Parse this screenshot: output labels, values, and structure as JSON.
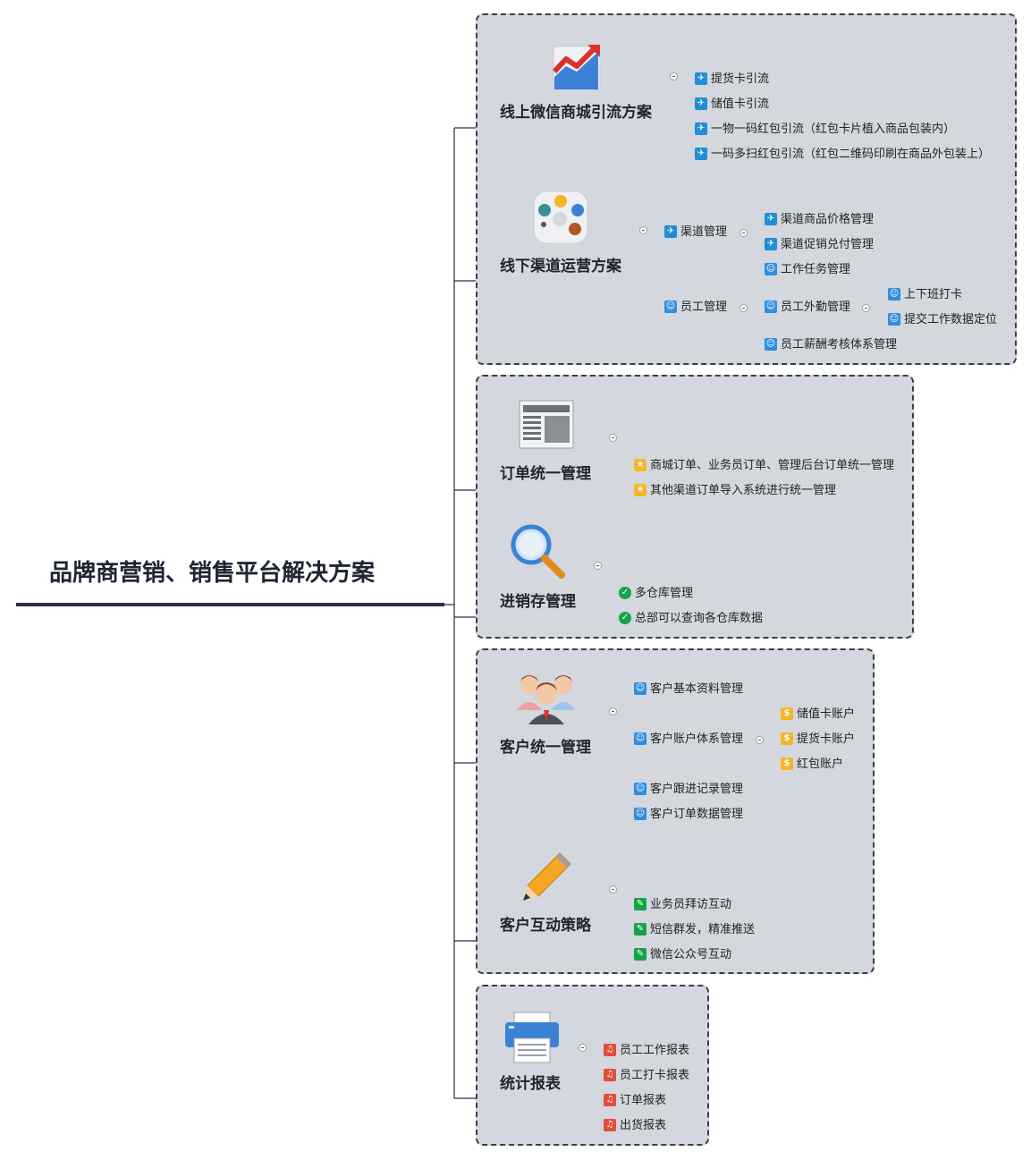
{
  "root": {
    "title": "品牌商营销、销售平台解决方案"
  },
  "sections": [
    {
      "title": "线上微信商城引流方案",
      "icon": "trend-chart-icon",
      "items": [
        {
          "label": "提货卡引流",
          "icon": "plane-icon"
        },
        {
          "label": "储值卡引流",
          "icon": "plane-icon"
        },
        {
          "label": "一物一码红包引流（红包卡片植入商品包装内）",
          "icon": "plane-icon"
        },
        {
          "label": "一码多扫红包引流（红包二维码印刷在商品外包装上）",
          "icon": "plane-icon"
        }
      ]
    },
    {
      "title": "线下渠道运营方案",
      "icon": "palette-icon",
      "groups": [
        {
          "label": "渠道管理",
          "icon": "plane-icon",
          "children": [
            {
              "label": "渠道商品价格管理",
              "icon": "plane-icon"
            },
            {
              "label": "渠道促销兑付管理",
              "icon": "plane-icon"
            }
          ]
        },
        {
          "label": "员工管理",
          "icon": "user-icon",
          "children": [
            {
              "label": "工作任务管理",
              "icon": "user-icon"
            },
            {
              "label": "员工外勤管理",
              "icon": "user-icon",
              "children": [
                {
                  "label": "上下班打卡",
                  "icon": "user-icon"
                },
                {
                  "label": "提交工作数据定位",
                  "icon": "user-icon"
                }
              ]
            },
            {
              "label": "员工薪酬考核体系管理",
              "icon": "user-icon"
            }
          ]
        }
      ]
    },
    {
      "title": "订单统一管理",
      "icon": "newspaper-icon",
      "items": [
        {
          "label": "商城订单、业务员订单、管理后台订单统一管理",
          "icon": "medal-icon"
        },
        {
          "label": "其他渠道订单导入系统进行统一管理",
          "icon": "medal-icon"
        }
      ]
    },
    {
      "title": "进销存管理",
      "icon": "magnifier-icon",
      "items": [
        {
          "label": "多仓库管理",
          "icon": "check-icon"
        },
        {
          "label": "总部可以查询各仓库数据",
          "icon": "check-icon"
        }
      ]
    },
    {
      "title": "客户统一管理",
      "icon": "people-icon",
      "items": [
        {
          "label": "客户基本资料管理",
          "icon": "user-icon"
        },
        {
          "label": "客户账户体系管理",
          "icon": "user-icon",
          "children": [
            {
              "label": "储值卡账户",
              "icon": "dollar-icon"
            },
            {
              "label": "提货卡账户",
              "icon": "dollar-icon"
            },
            {
              "label": "红包账户",
              "icon": "dollar-icon"
            }
          ]
        },
        {
          "label": "客户跟进记录管理",
          "icon": "user-icon"
        },
        {
          "label": "客户订单数据管理",
          "icon": "user-icon"
        }
      ]
    },
    {
      "title": "客户互动策略",
      "icon": "pencil-icon",
      "items": [
        {
          "label": "业务员拜访互动",
          "icon": "pen-icon"
        },
        {
          "label": "短信群发，精准推送",
          "icon": "pen-icon"
        },
        {
          "label": "微信公众号互动",
          "icon": "pen-icon"
        }
      ]
    },
    {
      "title": "统计报表",
      "icon": "printer-icon",
      "items": [
        {
          "label": "员工工作报表",
          "icon": "music-icon"
        },
        {
          "label": "员工打卡报表",
          "icon": "music-icon"
        },
        {
          "label": "订单报表",
          "icon": "music-icon"
        },
        {
          "label": "出货报表",
          "icon": "music-icon"
        }
      ]
    }
  ],
  "colors": {
    "box_fill": "#d4d7dd",
    "line": "#2a3040",
    "plane": "#1e8fd6",
    "user": "#2f8ee0",
    "medal": "#f5b623",
    "check": "#16a34a",
    "dollar": "#f5b623",
    "pen": "#16a34a",
    "music": "#e24d3c"
  }
}
